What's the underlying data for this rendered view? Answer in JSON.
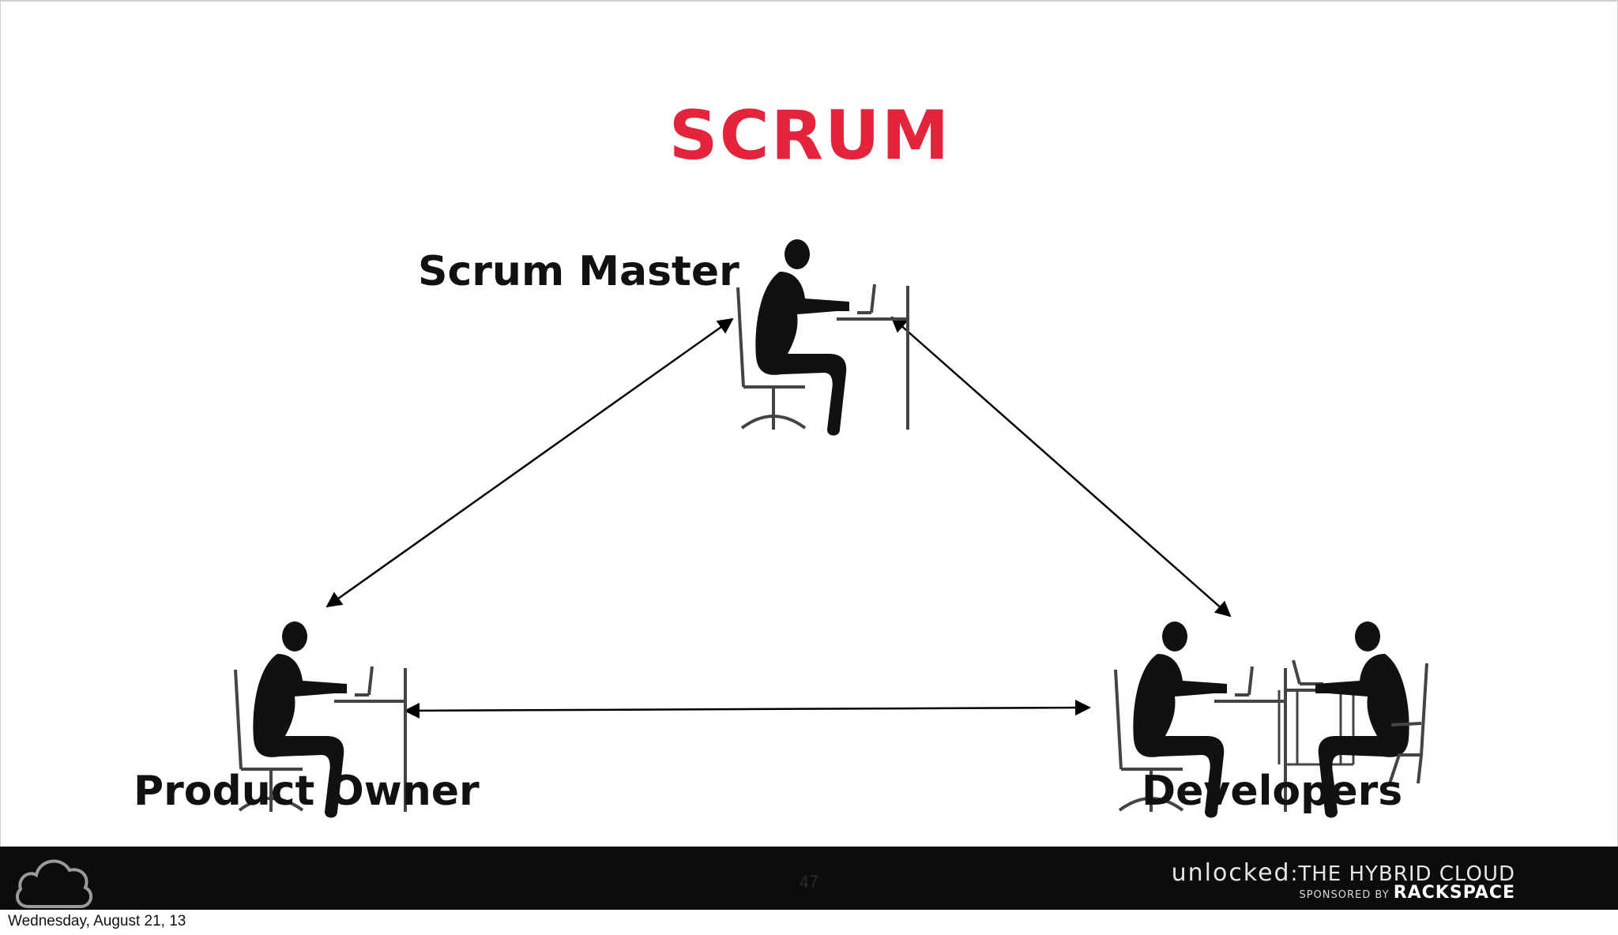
{
  "slide": {
    "title": "SCRUM",
    "roles": {
      "scrum_master": "Scrum Master",
      "product_owner": "Product Owner",
      "developers": "Developers"
    }
  },
  "footer": {
    "page_number": "47",
    "brand_logo": "unlocked",
    "brand_tagline": ":THE HYBRID CLOUD",
    "sponsored_by": "SPONSORED BY",
    "sponsor": "RACKSPACE",
    "cloud_icon": "cloud-icon"
  },
  "date_stamp": "Wednesday, August 21, 13",
  "colors": {
    "title": "#e3243b",
    "text": "#111111",
    "footer_bg": "#0d0b0d"
  },
  "icons": [
    "person-at-desk-icon",
    "two-people-at-desk-icon",
    "cloud-icon"
  ]
}
